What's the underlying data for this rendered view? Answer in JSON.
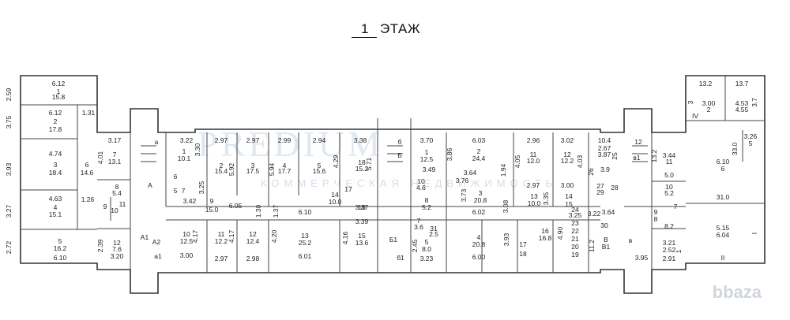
{
  "header": {
    "floor_number": "1",
    "floor_word": "ЭТАЖ"
  },
  "watermark": {
    "main": "PREDIUM",
    "sub": "КОММЕРЧЕСКАЯ НЕДВИЖИМОСТЬ"
  },
  "brand": "bbaza",
  "labels": [
    "6.12",
    "1",
    "15.8",
    "2.59",
    "6.12",
    "2",
    "17.8",
    "3.75",
    "1.31",
    "4.74",
    "3",
    "18.4",
    "3.93",
    "6",
    "14.6",
    "4.63",
    "4",
    "15.1",
    "3.27",
    "1.26",
    "5",
    "16.2",
    "2.72",
    "6.10",
    "2.39",
    "12",
    "7.6",
    "3.20",
    "3.17",
    "7",
    "13.1",
    "4.01",
    "8",
    "5.4",
    "9",
    "10",
    "11",
    "А",
    "A1",
    "A2",
    "а1",
    "а",
    "3.22",
    "1",
    "10.1",
    "3.30",
    "2",
    "15.4",
    "5.92",
    "3",
    "17.5",
    "2.97",
    "2.97",
    "4",
    "17.7",
    "5.94",
    "5",
    "15.6",
    "2.99",
    "2.94",
    "4.29",
    "6",
    "5",
    "7",
    "3.42",
    "3.25",
    "9",
    "15.0",
    "6.05",
    "1.30",
    "1.37",
    "6.10",
    "14",
    "10.0",
    "18",
    "15.2",
    "5.71",
    "3.38",
    "17",
    "16",
    "10",
    "12.5",
    "4.17",
    "3.00",
    "11",
    "12.2",
    "4.17",
    "2.97",
    "12",
    "12.4",
    "2.98",
    "4.20",
    "13",
    "25.2",
    "6.01",
    "4.16",
    "15",
    "13.6",
    "3.39",
    "3.37",
    "Б",
    "Б1",
    "б1",
    "б",
    "3.70",
    "1",
    "12.5",
    "3.86",
    "2",
    "24.4",
    "6.03",
    "3.49",
    "10",
    "4.6",
    "8",
    "5.2",
    "3.76",
    "3.64",
    "3",
    "20.8",
    "3.73",
    "1.94",
    "6.02",
    "3.08",
    "7",
    "3.6",
    "5",
    "8.0",
    "2.45",
    "31",
    "2.5",
    "3.23",
    "4",
    "20.8",
    "6.00",
    "3.93",
    "2.96",
    "11",
    "12.0",
    "3.02",
    "12",
    "12.2",
    "4.05",
    "4.03",
    "2.97",
    "3.00",
    "13",
    "10.0",
    "3.35",
    "16",
    "16.8",
    "4.90",
    "14",
    "15",
    "17",
    "18",
    "19",
    "20",
    "21",
    "22",
    "23",
    "3.25",
    "24",
    "10.4",
    "2.67",
    "3.87",
    "25",
    "26",
    "3.9",
    "27",
    "29",
    "28",
    "3.22",
    "3.64",
    "30",
    "11.2",
    "В",
    "В1",
    "в1",
    "в",
    "3.95",
    "12",
    "13.2",
    "3.44",
    "11",
    "5.0",
    "10",
    "5.2",
    "9",
    "8",
    "7",
    "8.2",
    "3.21",
    "2.52",
    "2.91",
    "1",
    "13.2",
    "3.00",
    "2",
    "13.7",
    "4.53",
    "4.55",
    "3",
    "3.7",
    "3.26",
    "5",
    "33.0",
    "6.10",
    "6",
    "31.0",
    "5.15",
    "6.04",
    "I",
    "II",
    "IV"
  ]
}
